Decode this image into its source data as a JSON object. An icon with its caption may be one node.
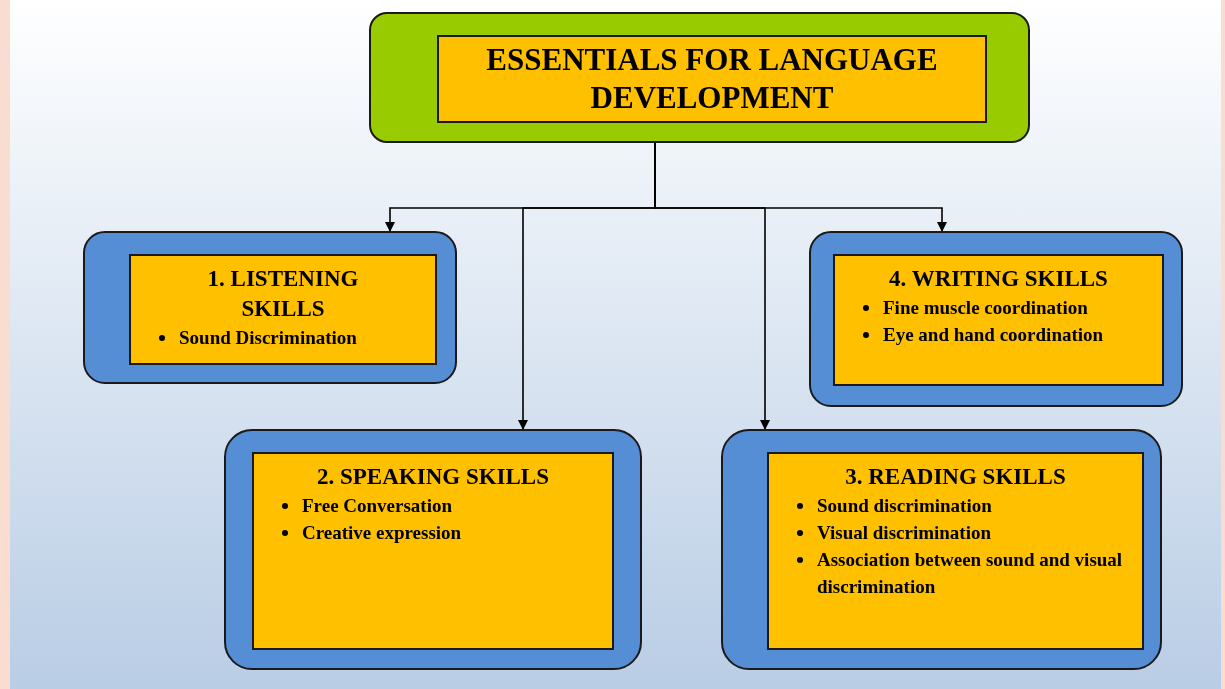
{
  "diagram": {
    "nodes": [
      {
        "text": [],
        "shape": "box"
      },
      {
        "text": [
          "ESSENTIALS FOR LANGUAGE DEVELOPMENT"
        ],
        "in": 0
      },
      {
        "text": [],
        "shape": "box"
      },
      {
        "text": [
          "1. LISTENING SKILLS",
          "Sound Discrimination"
        ],
        "in": 2
      },
      {
        "text": [],
        "shape": "box"
      },
      {
        "text": [
          "4. WRITING SKILLS",
          "Fine muscle coordination",
          "Eye and hand coordination"
        ],
        "in": 4
      },
      {
        "text": [],
        "shape": "box"
      },
      {
        "text": [
          "2. SPEAKING SKILLS",
          "Free Conversation",
          "Creative expression"
        ],
        "in": 6
      },
      {
        "text": [],
        "shape": "box"
      },
      {
        "text": [
          "3. READING SKILLS",
          "Sound discrimination",
          "Visual discrimination",
          "Association between sound and visual discrimination"
        ],
        "in": 8
      }
    ],
    "edges": [
      {
        "from": 0,
        "to": 2,
        "arrow": "to"
      },
      {
        "from": 0,
        "to": 6,
        "arrow": "to"
      },
      {
        "from": 0,
        "to": 8,
        "arrow": "to"
      },
      {
        "from": 0,
        "to": 4,
        "arrow": "to"
      }
    ]
  }
}
